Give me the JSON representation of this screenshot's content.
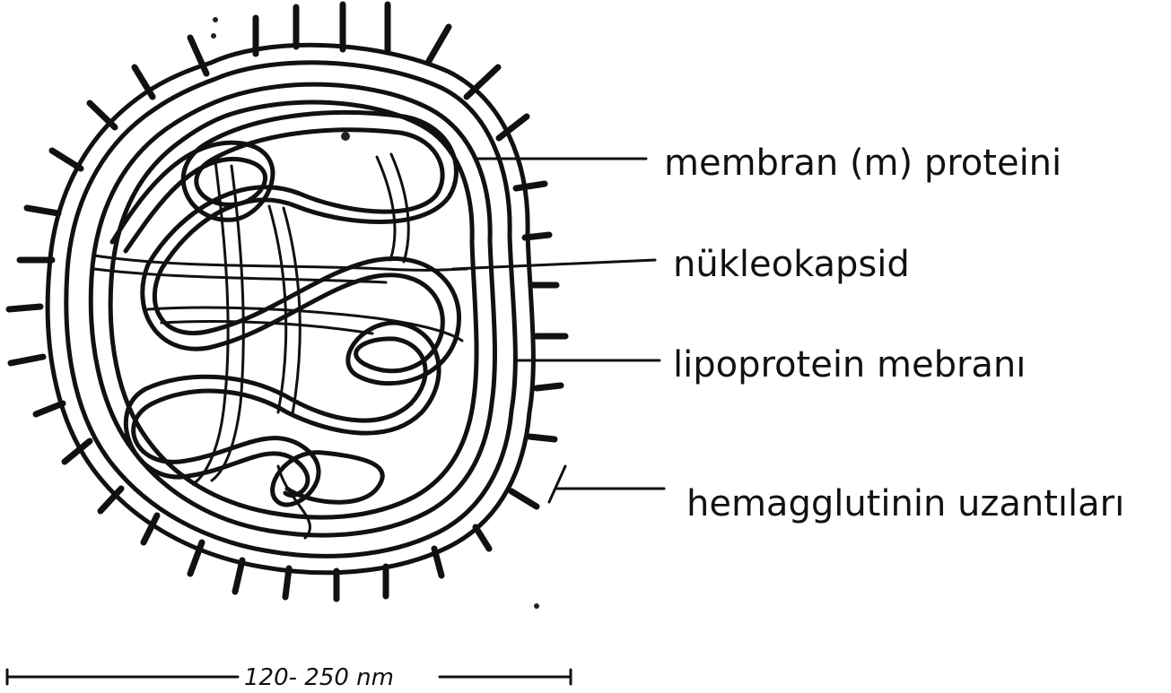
{
  "labels": {
    "membrane_protein": "membran (m) proteini",
    "nucleocapsid": "nükleokapsid",
    "lipoprotein_membrane": "lipoprotein mebranı",
    "hemagglutinin_spikes": "hemagglutinin uzantıları"
  },
  "scale_bar": {
    "label": "120- 250 nm"
  },
  "colors": {
    "ink": "#111111",
    "background": "#ffffff"
  }
}
